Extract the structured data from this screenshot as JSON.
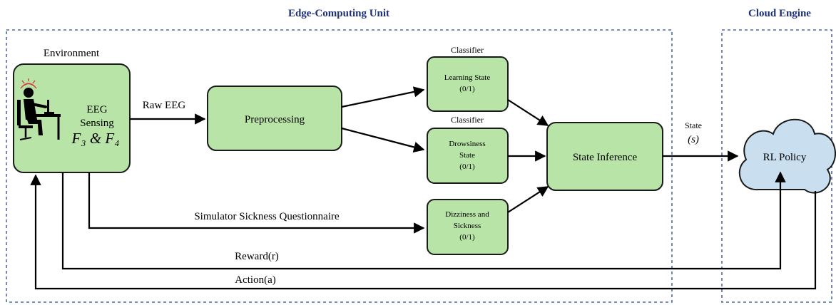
{
  "regions": {
    "edge_title": "Edge-Computing Unit",
    "cloud_title": "Cloud Engine"
  },
  "environment": {
    "label": "Environment",
    "sensing_line1": "EEG",
    "sensing_line2": "Sensing",
    "channels": "F₃ & F₄"
  },
  "edges": {
    "raw_eeg": "Raw EEG",
    "ssq": "Simulator Sickness Questionnaire",
    "state": "State",
    "state_symbol": "(s)",
    "reward": "Reward(r)",
    "action": "Action(a)"
  },
  "nodes": {
    "preprocessing": "Preprocessing",
    "classifier_1": "Classifier",
    "classifier_2": "Classifier",
    "learning": {
      "line1": "Learning State",
      "line2": "(0/1)"
    },
    "drowsiness": {
      "line1": "Drowsiness",
      "line2": "State",
      "line3": "(0/1)"
    },
    "dizziness": {
      "line1": "Dizziness and",
      "line2": "Sickness",
      "line3": "(0/1)"
    },
    "state_inference": "State Inference",
    "rl_policy": "RL Policy"
  },
  "colors": {
    "node_fill": "#b9e4a7",
    "cloud_fill": "#c9dff0",
    "region_border": "#4a6aa8",
    "region_title": "#1d2f7a"
  }
}
